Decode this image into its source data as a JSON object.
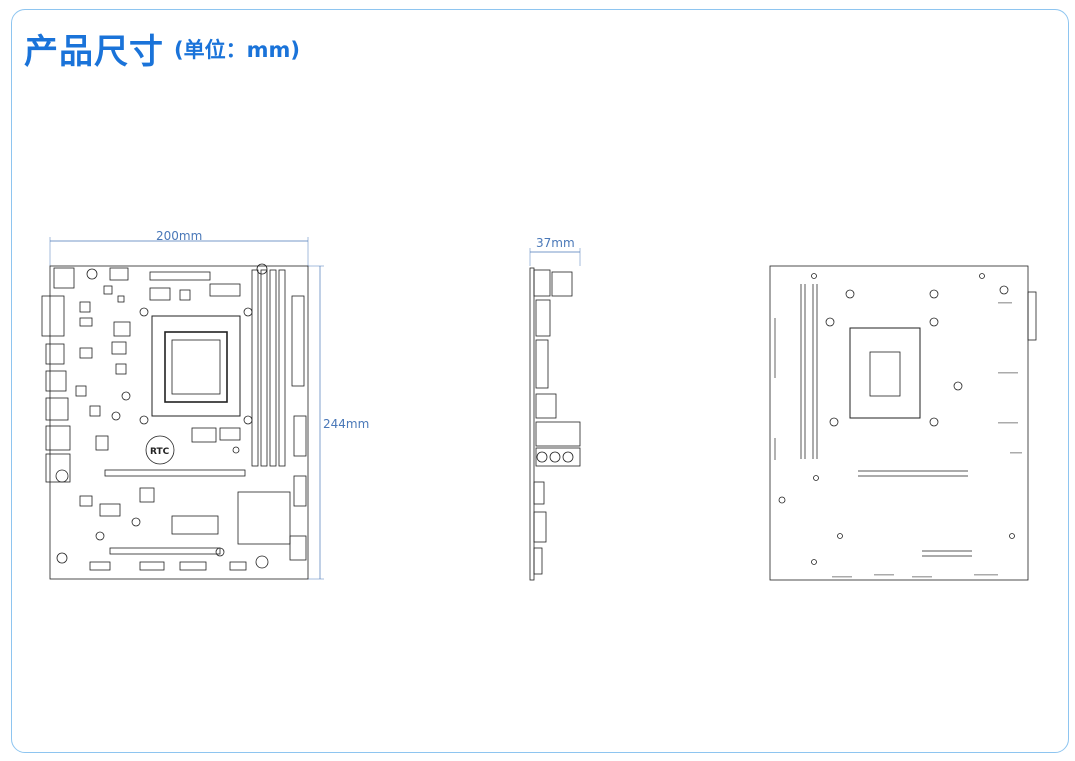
{
  "header": {
    "title": "产品尺寸",
    "unit": "(单位：mm)"
  },
  "front_view": {
    "width_label": "200mm",
    "height_label": "244mm",
    "rtc_label": "RTC"
  },
  "side_view": {
    "depth_label": "37mm"
  },
  "colors": {
    "accent": "#1a73d9",
    "frame": "#8ec5f0",
    "dimension": "#4a78b8",
    "drawing": "#222222"
  }
}
